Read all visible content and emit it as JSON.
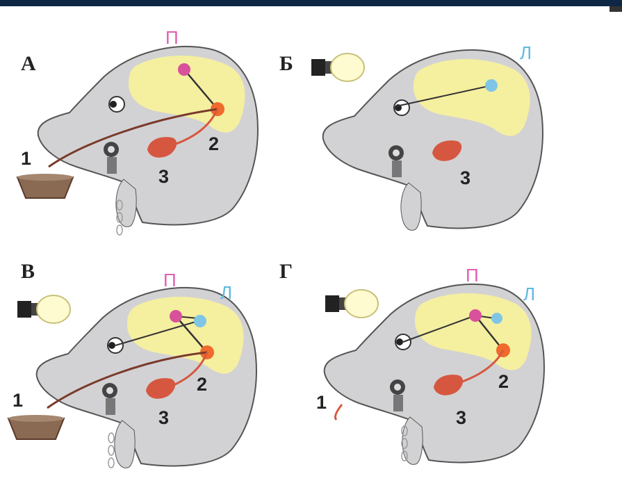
{
  "panels": [
    {
      "letter": "А",
      "center_p": "П",
      "center_l": "",
      "num1": "1",
      "num2": "2",
      "num3": "3"
    },
    {
      "letter": "Б",
      "center_p": "",
      "center_l": "Л",
      "num1": "",
      "num2": "",
      "num3": "3"
    },
    {
      "letter": "В",
      "center_p": "П",
      "center_l": "Л",
      "num1": "1",
      "num2": "2",
      "num3": "3"
    },
    {
      "letter": "Г",
      "center_p": "П",
      "center_l": "Л",
      "num1": "1",
      "num2": "2",
      "num3": "3"
    }
  ],
  "colors": {
    "head": "#d0d0d2",
    "brain": "#f3ee9c",
    "food_center": "#d8519c",
    "light_center": "#7fc6e6",
    "salivary_center": "#ef6a2c",
    "gland": "#d6573f",
    "nerve": "#7a3a2a",
    "bowl": "#8a6a52",
    "bulb": "#fffbd0"
  }
}
